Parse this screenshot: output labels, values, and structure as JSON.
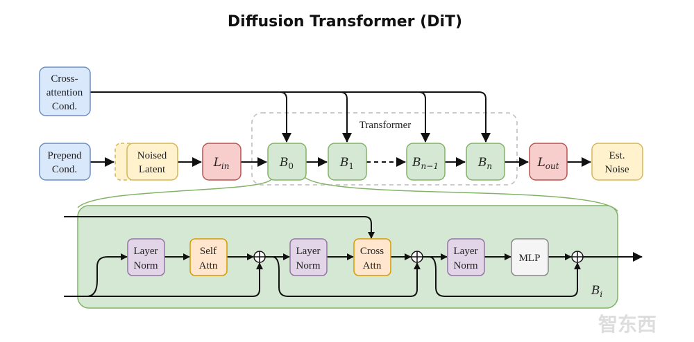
{
  "title": "Diffusion Transformer (DiT)",
  "colors": {
    "blue_fill": "#dae8fc",
    "blue_stroke": "#6c8ebf",
    "yellow_fill": "#fff2cc",
    "yellow_stroke": "#d6b656",
    "red_fill": "#f8cecc",
    "red_stroke": "#b85450",
    "green_fill": "#d5e8d4",
    "green_stroke": "#82b366",
    "purple_fill": "#e1d5e7",
    "purple_stroke": "#9673a6",
    "orange_fill": "#ffe6cc",
    "orange_stroke": "#d79b00",
    "gray_fill": "#f5f5f5",
    "gray_stroke": "#666666"
  },
  "top": {
    "cross_cond": [
      "Cross-",
      "attention",
      "Cond."
    ],
    "prepend_cond": [
      "Prepend",
      "Cond."
    ],
    "noised_latent": [
      "Noised",
      "Latent"
    ],
    "l_in": {
      "base": "L",
      "sub": "in"
    },
    "b0": {
      "base": "B",
      "sub": "0"
    },
    "b1": {
      "base": "B",
      "sub": "1"
    },
    "bn1": {
      "base": "B",
      "sub": "n−1"
    },
    "bn": {
      "base": "B",
      "sub": "n"
    },
    "l_out": {
      "base": "L",
      "sub": "out"
    },
    "est_noise": [
      "Est.",
      "Noise"
    ],
    "transformer_label": "Transformer"
  },
  "block": {
    "layer_norm": [
      "Layer",
      "Norm"
    ],
    "self_attn": [
      "Self",
      "Attn"
    ],
    "cross_attn": [
      "Cross",
      "Attn"
    ],
    "mlp": "MLP",
    "label": {
      "base": "B",
      "sub": "i"
    }
  },
  "watermark": "智东西"
}
